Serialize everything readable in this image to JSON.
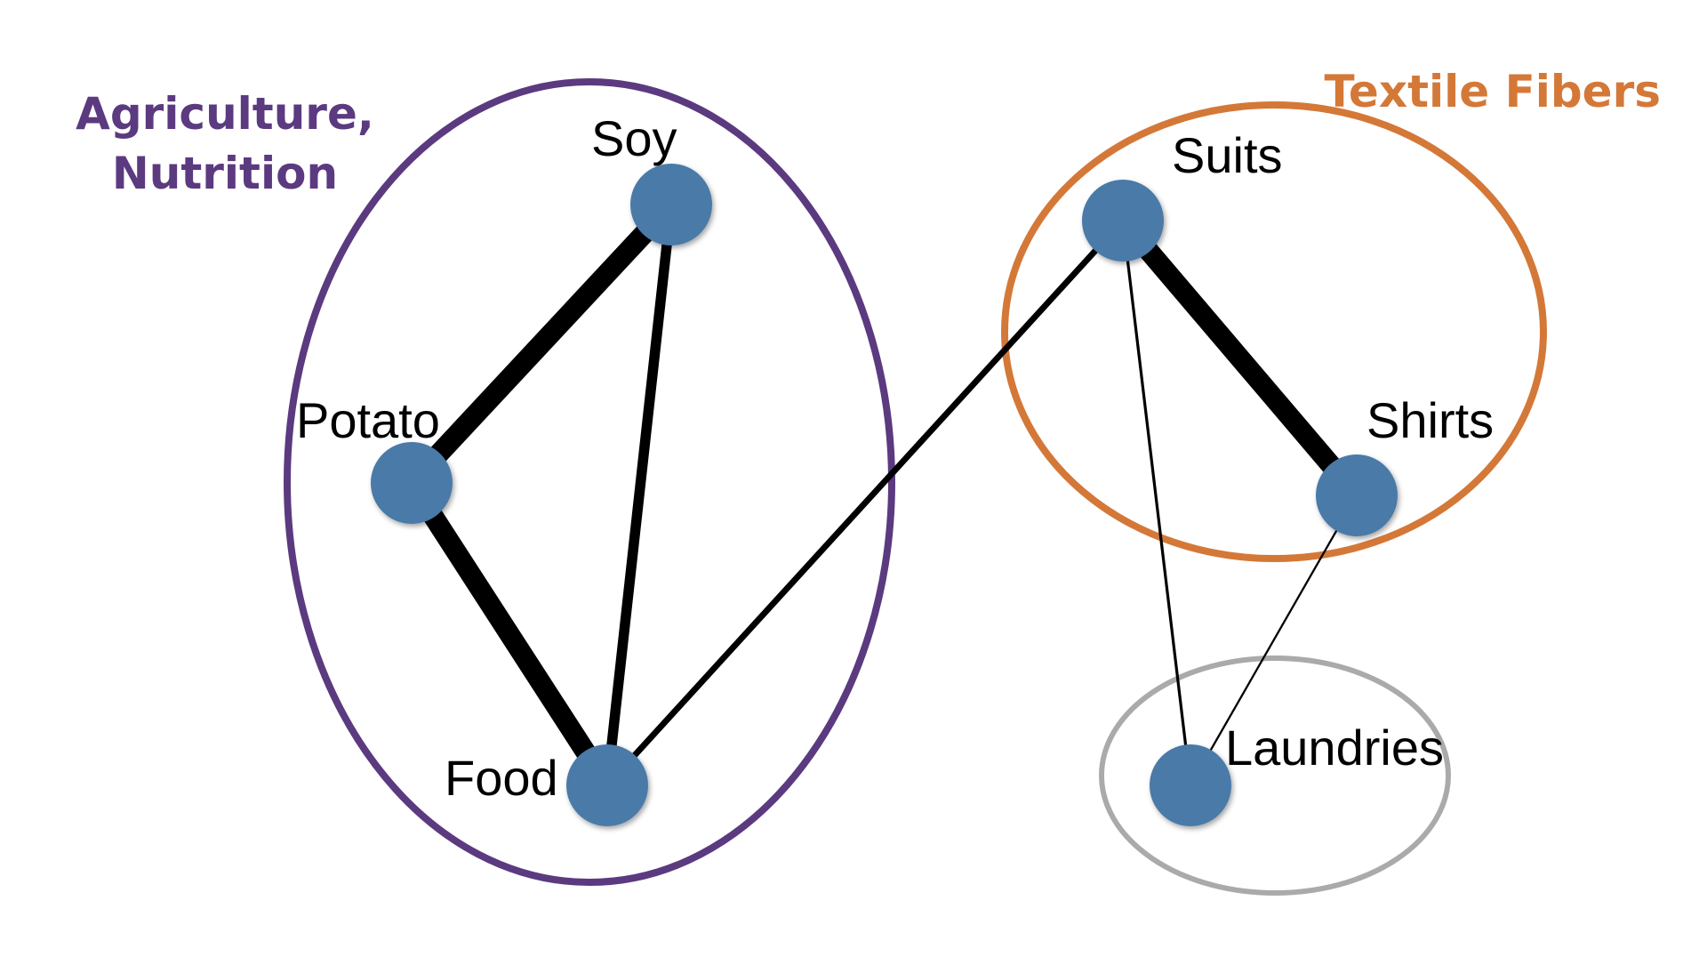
{
  "groups": [
    {
      "id": "agri",
      "label_lines": [
        "Agriculture,",
        "Nutrition"
      ],
      "color": "#5b3a80"
    },
    {
      "id": "textile",
      "label_lines": [
        "Textile Fibers"
      ],
      "color": "#d47838"
    },
    {
      "id": "laundry",
      "label_lines": [],
      "color": "#aaaaaa"
    }
  ],
  "nodes": [
    {
      "id": "soy",
      "label": "Soy",
      "group": "agri"
    },
    {
      "id": "potato",
      "label": "Potato",
      "group": "agri"
    },
    {
      "id": "food",
      "label": "Food",
      "group": "agri"
    },
    {
      "id": "suits",
      "label": "Suits",
      "group": "textile"
    },
    {
      "id": "shirts",
      "label": "Shirts",
      "group": "textile"
    },
    {
      "id": "laundries",
      "label": "Laundries",
      "group": "laundry"
    }
  ],
  "edges": [
    {
      "source": "soy",
      "target": "potato",
      "weight": 5
    },
    {
      "source": "soy",
      "target": "food",
      "weight": 2.5
    },
    {
      "source": "potato",
      "target": "food",
      "weight": 5
    },
    {
      "source": "food",
      "target": "suits",
      "weight": 1.5
    },
    {
      "source": "suits",
      "target": "shirts",
      "weight": 5
    },
    {
      "source": "suits",
      "target": "laundries",
      "weight": 0.7
    },
    {
      "source": "shirts",
      "target": "laundries",
      "weight": 0.5
    }
  ],
  "colors": {
    "node_fill": "#4a7aa8",
    "edge": "#000000"
  }
}
